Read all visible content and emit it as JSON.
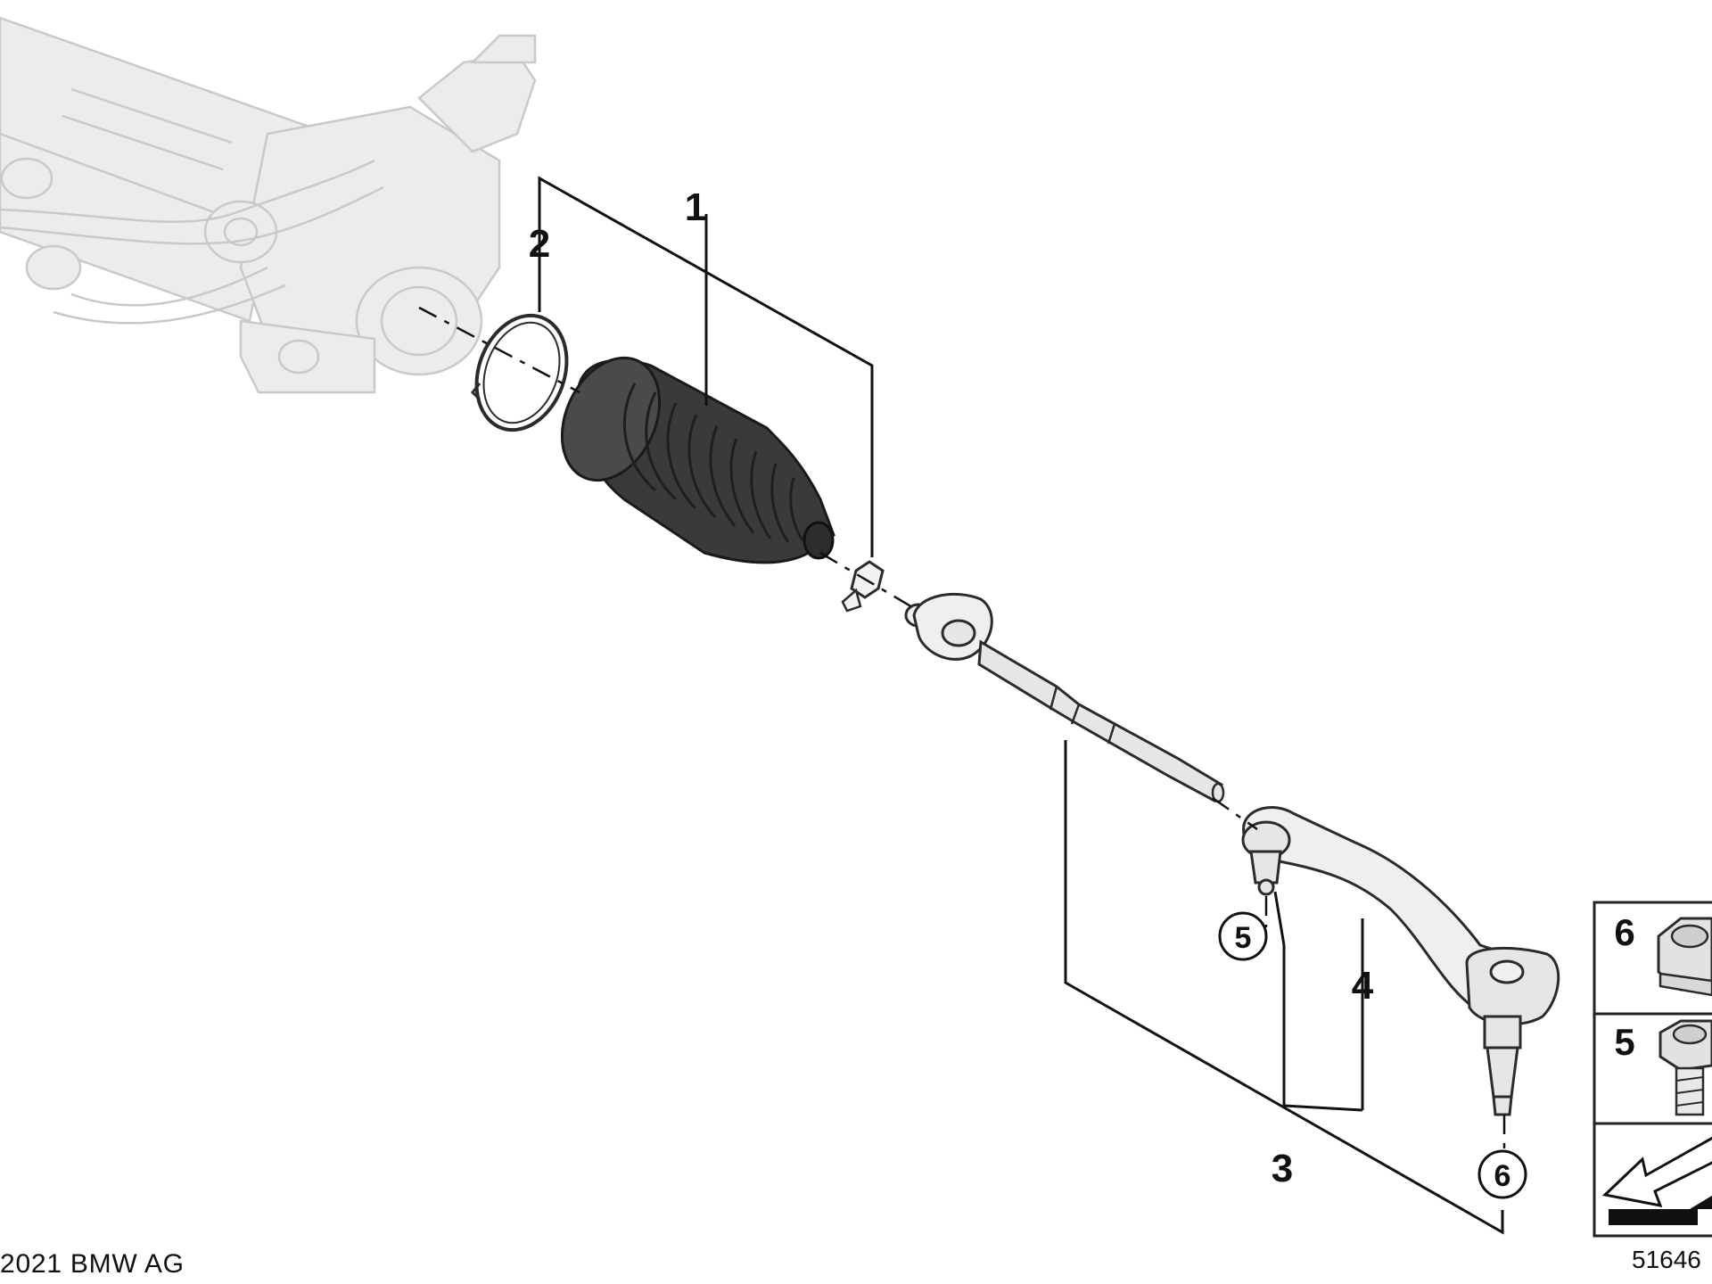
{
  "diagram": {
    "callouts": {
      "c1": "1",
      "c2": "2",
      "c3": "3",
      "c4": "4",
      "c5": "5",
      "c6": "6"
    },
    "legend": {
      "row6": "6",
      "row5": "5"
    },
    "copyright": "2021 BMW AG",
    "diagram_number": "51646"
  }
}
